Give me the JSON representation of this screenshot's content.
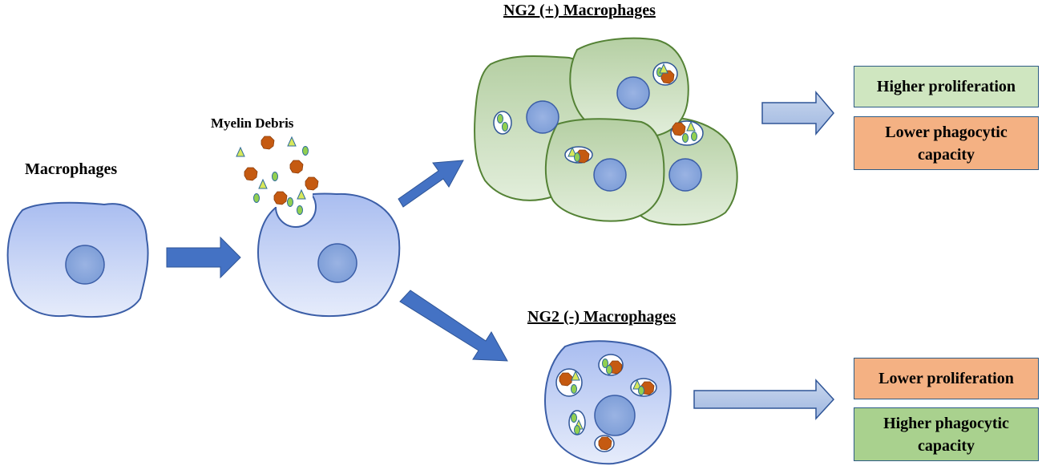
{
  "labels": {
    "macrophages": "Macrophages",
    "myelin_debris": "Myelin Debris",
    "ng2_pos_title": "NG2 (+) Macrophages",
    "ng2_neg_title": "NG2 (-) Macrophages"
  },
  "outcomes": {
    "pos_box1": "Higher proliferation",
    "pos_box2_line1": "Lower phagocytic",
    "pos_box2_line2": "capacity",
    "neg_box1": "Lower proliferation",
    "neg_box2_line1": "Higher phagocytic",
    "neg_box2_line2": "capacity"
  },
  "colors": {
    "blue_cell": "#b4c7f0",
    "green_cell": "#b9d3a8",
    "nucleus": "#8eaadb",
    "debris": "#c55a11",
    "arrow": "#4472c4",
    "light_arrow": "#b4c7e7",
    "green_box": "#cfe6c0",
    "green_box_dark": "#a9d18e",
    "orange_box": "#f4b183"
  }
}
